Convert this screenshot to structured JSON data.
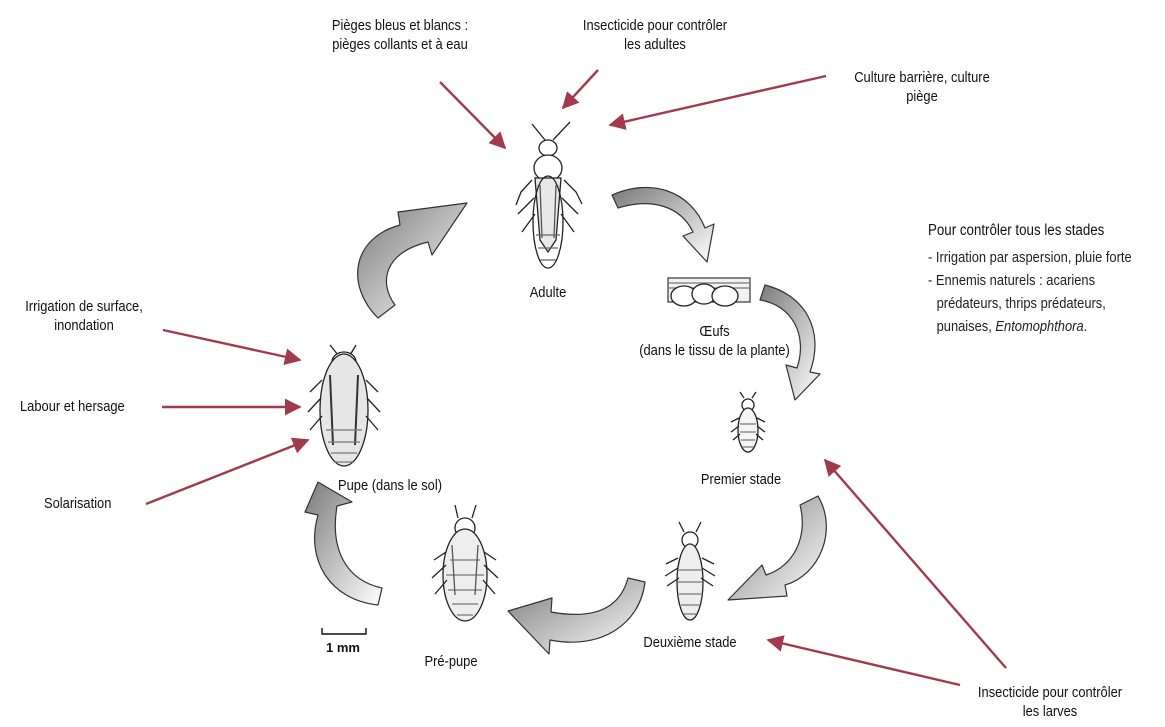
{
  "stages": {
    "adult": "Adulte",
    "eggs": "Œufs\n(dans le tissu de la plante)",
    "first": "Premier stade",
    "second": "Deuxième stade",
    "prepupa": "Pré-pupe",
    "pupa": "Pupe (dans le sol)"
  },
  "controls": {
    "traps": "Pièges bleus et blancs :\npièges collants et à eau",
    "insecticide_adults": "Insecticide pour contrôler\nles adultes",
    "barrier_crop": "Culture barrière, culture\npiège",
    "surface_irrigation": "Irrigation de surface,\ninondation",
    "tillage": "Labour et hersage",
    "solarisation": "Solarisation",
    "insecticide_larvae": "Insecticide pour contrôler\nles larves"
  },
  "all_stages": {
    "title": "Pour contrôler tous les stades",
    "item1": "- Irrigation par aspersion, pluie forte",
    "item2_prefix": "- Ennemis naturels : acariens prédateurs, thrips prédateurs, punaises, ",
    "item2_italic": "Entomophthora",
    "item2_suffix": "."
  },
  "scale": {
    "label": "1 mm"
  },
  "colors": {
    "arrow": "#a23a4e",
    "cycle_arrow": "#9a9a9a",
    "ink": "#111111"
  },
  "icons": [
    "thrips-adult-icon",
    "eggs-icon",
    "larva-icon",
    "pupa-icon",
    "cycle-arrow-icon"
  ]
}
